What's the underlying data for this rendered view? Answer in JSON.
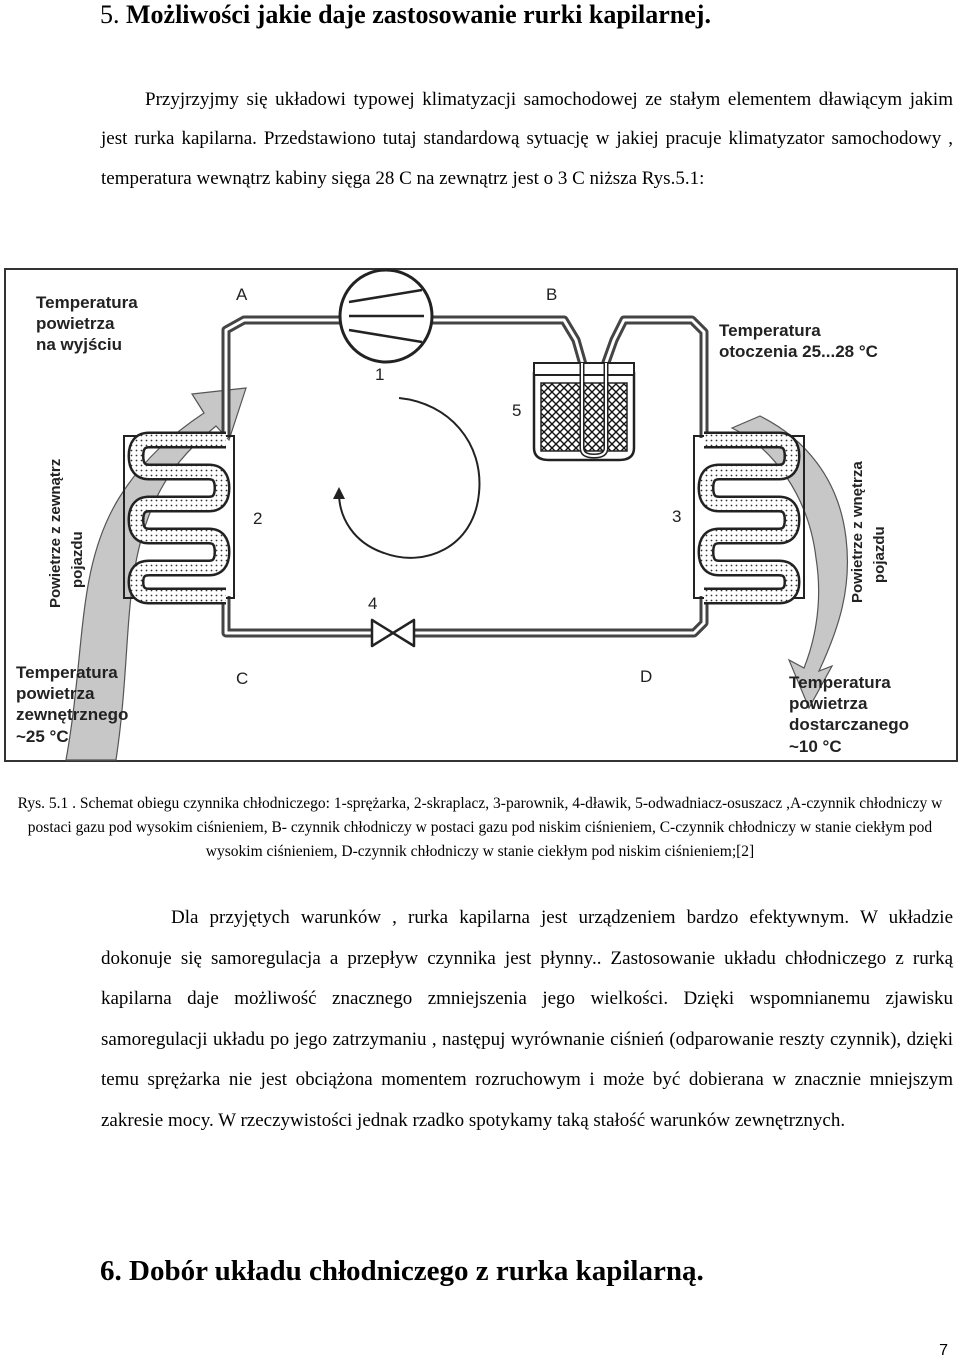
{
  "section5": {
    "number": "5.",
    "title": "Możliwości jakie daje zastosowanie rurki kapilarnej."
  },
  "intro_paragraph": "Przyjrzyjmy się układowi typowej klimatyzacji samochodowej ze stałym elementem dławiącym jakim jest rurka kapilarna. Przedstawiono tutaj standardową sytuację w jakiej pracuje klimatyzator samochodowy , temperatura wewnątrz kabiny sięga 28 C na zewnątrz jest o 3 C  niższa Rys.5.1:",
  "diagram": {
    "label_outlet_air": [
      "Temperatura",
      "powietrza",
      "na wyjściu"
    ],
    "label_ambient": [
      "Temperatura",
      "otoczenia 25...28 °C"
    ],
    "label_outside_air": [
      "Temperatura",
      "powietrza",
      "zewnętrznego",
      "~25 °C"
    ],
    "label_supplied_air": [
      "Temperatura",
      "powietrza",
      "dostarczanego",
      "~10 °C"
    ],
    "vertical_left": [
      "Powietrze z zewnątrz",
      "pojazdu"
    ],
    "vertical_right": [
      "Powietrze z wnętrza",
      "pojazdu"
    ],
    "point_A": "A",
    "point_B": "B",
    "point_C": "C",
    "point_D": "D",
    "n1": "1",
    "n2": "2",
    "n3": "3",
    "n4": "4",
    "n5": "5"
  },
  "caption": "Rys. 5.1 . Schemat obiegu czynnika chłodniczego: 1-sprężarka, 2-skraplacz, 3-parownik, 4-dławik, 5-odwadniacz-osuszacz ,A-czynnik chłodniczy w postaci gazu pod wysokim ciśnieniem, B- czynnik chłodniczy w postaci gazu pod niskim ciśnieniem, C-czynnik chłodniczy w stanie ciekłym pod wysokim ciśnieniem, D-czynnik chłodniczy w stanie ciekłym pod niskim ciśnieniem;[2]",
  "body_paragraph": "Dla przyjętych warunków , rurka kapilarna jest urządzeniem bardzo efektywnym. W układzie dokonuje się samoregulacja a przepływ czynnika jest płynny.. Zastosowanie układu chłodniczego z rurką kapilarna daje możliwość znacznego zmniejszenia jego wielkości. Dzięki wspomnianemu zjawisku samoregulacji układu po jego zatrzymaniu , następuj wyrównanie ciśnień (odparowanie reszty czynnik), dzięki temu sprężarka nie jest obciążona momentem rozruchowym i może być dobierana w znacznie mniejszym zakresie mocy. W rzeczywistości jednak rzadko spotykamy taką stałość warunków zewnętrznych.",
  "section6": {
    "number": "6.",
    "title": "Dobór układu chłodniczego z rurka kapilarną."
  },
  "page_number": "7"
}
